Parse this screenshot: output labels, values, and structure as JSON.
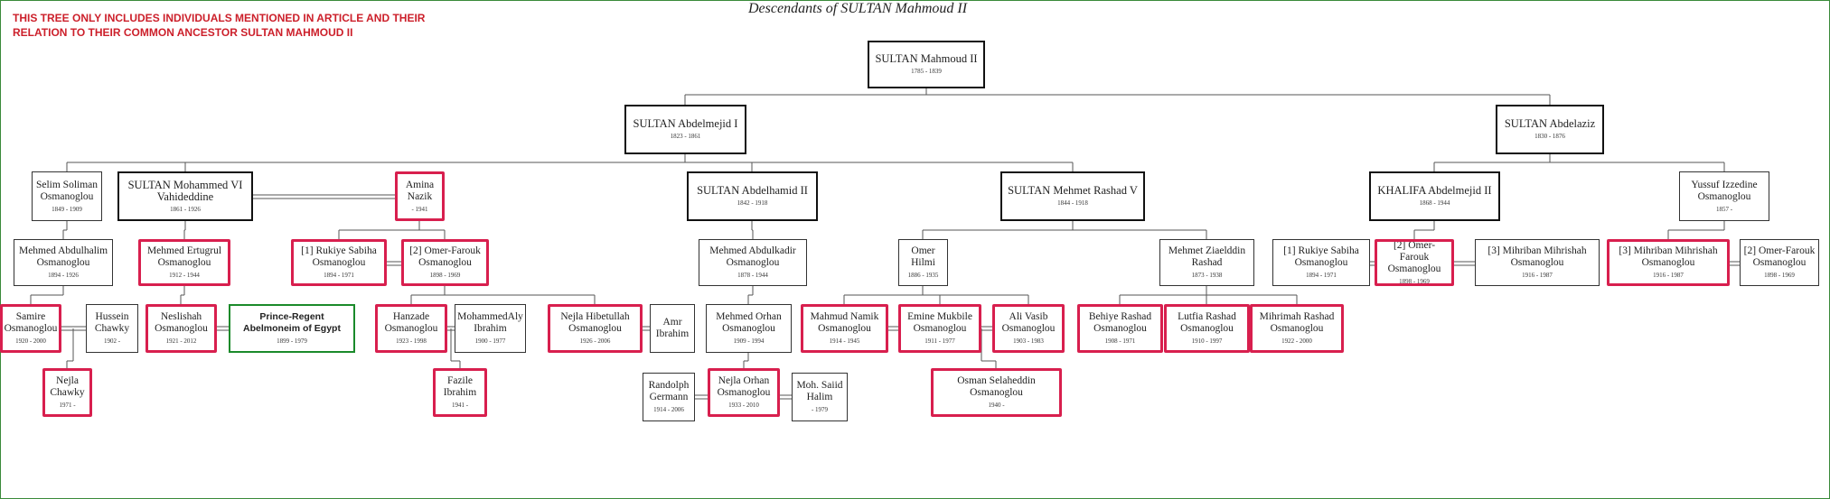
{
  "note_lines": [
    "THIS TREE ONLY INCLUDES INDIVIDUALS MENTIONED IN ARTICLE AND THEIR",
    "RELATION TO THEIR COMMON ANCESTOR SULTAN MAHMOUD II"
  ],
  "title": "Descendants of SULTAN Mahmoud II",
  "colors": {
    "highlight": "#d81f4e",
    "green": "#1a8a2a",
    "note": "#cc1f2a",
    "frame": "#3a8a3a"
  },
  "people": [
    {
      "id": "mahmoud",
      "lines": [
        "SULTAN Mahmoud II"
      ],
      "dates": "1785 - 1839",
      "style": "sultan thick"
    },
    {
      "id": "abdelmejid",
      "lines": [
        "SULTAN Abdelmejid I"
      ],
      "dates": "1823 - 1861",
      "style": "sultan thick"
    },
    {
      "id": "abdelaziz",
      "lines": [
        "SULTAN Abdelaziz"
      ],
      "dates": "1830 - 1876",
      "style": "sultan thick"
    },
    {
      "id": "selim",
      "lines": [
        "Selim Soliman",
        "Osmanoglou"
      ],
      "dates": "1849 - 1909",
      "style": ""
    },
    {
      "id": "vahideddine",
      "lines": [
        "SULTAN Mohammed VI",
        "Vahideddine"
      ],
      "dates": "1861 - 1926",
      "style": "sultan thick"
    },
    {
      "id": "amina",
      "lines": [
        "Amina",
        "Nazik"
      ],
      "dates": "- 1941",
      "style": "red"
    },
    {
      "id": "abdelhamid",
      "lines": [
        "SULTAN Abdelhamid II"
      ],
      "dates": "1842 - 1918",
      "style": "sultan thick"
    },
    {
      "id": "rashad",
      "lines": [
        "SULTAN Mehmet Rashad V"
      ],
      "dates": "1844 - 1918",
      "style": "sultan thick"
    },
    {
      "id": "khalifa",
      "lines": [
        "KHALIFA Abdelmejid II"
      ],
      "dates": "1868 - 1944",
      "style": "sultan thick"
    },
    {
      "id": "yussuf",
      "lines": [
        "Yussuf Izzedine",
        "Osmanoglou"
      ],
      "dates": "1857 -",
      "style": ""
    },
    {
      "id": "abdulhalim",
      "lines": [
        "Mehmed Abdulhalim",
        "Osmanoglou"
      ],
      "dates": "1894 - 1926",
      "style": ""
    },
    {
      "id": "ertugrul",
      "lines": [
        "Mehmed Ertugrul",
        "Osmanoglou"
      ],
      "dates": "1912 - 1944",
      "style": "red"
    },
    {
      "id": "rukiye1",
      "lines": [
        "[1] Rukiye Sabiha",
        "Osmanoglou"
      ],
      "dates": "1894 - 1971",
      "style": "red"
    },
    {
      "id": "omer1",
      "lines": [
        "[2] Omer-Farouk",
        "Osmanoglou"
      ],
      "dates": "1898 - 1969",
      "style": "red"
    },
    {
      "id": "abdulkadir",
      "lines": [
        "Mehmed Abdulkadir",
        "Osmanoglou"
      ],
      "dates": "1878 - 1944",
      "style": ""
    },
    {
      "id": "omerhilmi",
      "lines": [
        "Omer",
        "Hilmi"
      ],
      "dates": "1886 - 1935",
      "style": ""
    },
    {
      "id": "ziaelddin",
      "lines": [
        "Mehmet Ziaelddin",
        "Rashad"
      ],
      "dates": "1873 - 1938",
      "style": ""
    },
    {
      "id": "rukiye2",
      "lines": [
        "[1] Rukiye Sabiha",
        "Osmanoglou"
      ],
      "dates": "1894 - 1971",
      "style": ""
    },
    {
      "id": "omer2",
      "lines": [
        "[2] Omer-Farouk",
        "Osmanoglou"
      ],
      "dates": "1898 - 1969",
      "style": "red"
    },
    {
      "id": "mihriban1",
      "lines": [
        "[3] Mihriban Mihrishah",
        "Osmanoglou"
      ],
      "dates": "1916 - 1987",
      "style": ""
    },
    {
      "id": "mihriban2",
      "lines": [
        "[3] Mihriban Mihrishah",
        "Osmanoglou"
      ],
      "dates": "1916 - 1987",
      "style": "red"
    },
    {
      "id": "omer3",
      "lines": [
        "[2] Omer-Farouk",
        "Osmanoglou"
      ],
      "dates": "1898 - 1969",
      "style": ""
    },
    {
      "id": "samire",
      "lines": [
        "Samire",
        "Osmanoglou"
      ],
      "dates": "1920 - 2000",
      "style": "red"
    },
    {
      "id": "hussein",
      "lines": [
        "Hussein",
        "Chawky"
      ],
      "dates": "1902 -",
      "style": ""
    },
    {
      "id": "neslishah",
      "lines": [
        "Neslishah",
        "Osmanoglou"
      ],
      "dates": "1921 - 2012",
      "style": "red"
    },
    {
      "id": "abelmoneim",
      "lines": [
        "Prince-Regent",
        "Abelmoneim of Egypt"
      ],
      "dates": "1899 - 1979",
      "style": "green"
    },
    {
      "id": "hanzade",
      "lines": [
        "Hanzade",
        "Osmanoglou"
      ],
      "dates": "1923 - 1998",
      "style": "red"
    },
    {
      "id": "mohammedaly",
      "lines": [
        "MohammedAly",
        "Ibrahim"
      ],
      "dates": "1900 - 1977",
      "style": ""
    },
    {
      "id": "nejlah",
      "lines": [
        "Nejla Hibetullah",
        "Osmanoglou"
      ],
      "dates": "1926 - 2006",
      "style": "red"
    },
    {
      "id": "amr",
      "lines": [
        "Amr",
        "Ibrahim"
      ],
      "dates": "",
      "style": ""
    },
    {
      "id": "mehmedorhan",
      "lines": [
        "Mehmed Orhan",
        "Osmanoglou"
      ],
      "dates": "1909 - 1994",
      "style": ""
    },
    {
      "id": "mahmudnamik",
      "lines": [
        "Mahmud Namik",
        "Osmanoglou"
      ],
      "dates": "1914 - 1945",
      "style": "red"
    },
    {
      "id": "emine",
      "lines": [
        "Emine Mukbile",
        "Osmanoglou"
      ],
      "dates": "1911 - 1977",
      "style": "red"
    },
    {
      "id": "alivasib",
      "lines": [
        "Ali Vasib",
        "Osmanoglou"
      ],
      "dates": "1903 - 1983",
      "style": "red"
    },
    {
      "id": "behiye",
      "lines": [
        "Behiye Rashad",
        "Osmanoglou"
      ],
      "dates": "1908 - 1971",
      "style": "red"
    },
    {
      "id": "lutfia",
      "lines": [
        "Lutfia Rashad",
        "Osmanoglou"
      ],
      "dates": "1910 - 1997",
      "style": "red"
    },
    {
      "id": "mihrimah",
      "lines": [
        "Mihrimah Rashad",
        "Osmanoglou"
      ],
      "dates": "1922 - 2000",
      "style": "red"
    },
    {
      "id": "nejlachawky",
      "lines": [
        "Nejla",
        "Chawky"
      ],
      "dates": "1971 -",
      "style": "red"
    },
    {
      "id": "fazile",
      "lines": [
        "Fazile",
        "Ibrahim"
      ],
      "dates": "1941 -",
      "style": "red"
    },
    {
      "id": "randolph",
      "lines": [
        "Randolph",
        "Germann"
      ],
      "dates": "1914 - 2006",
      "style": ""
    },
    {
      "id": "nejlaorhan",
      "lines": [
        "Nejla Orhan",
        "Osmanoglou"
      ],
      "dates": "1933 - 2010",
      "style": "red"
    },
    {
      "id": "mohsaid",
      "lines": [
        "Moh. Saiid",
        "Halim"
      ],
      "dates": "- 1979",
      "style": ""
    },
    {
      "id": "osman",
      "lines": [
        "Osman Selaheddin",
        "Osmanoglou"
      ],
      "dates": "1940 -",
      "style": "red"
    }
  ]
}
